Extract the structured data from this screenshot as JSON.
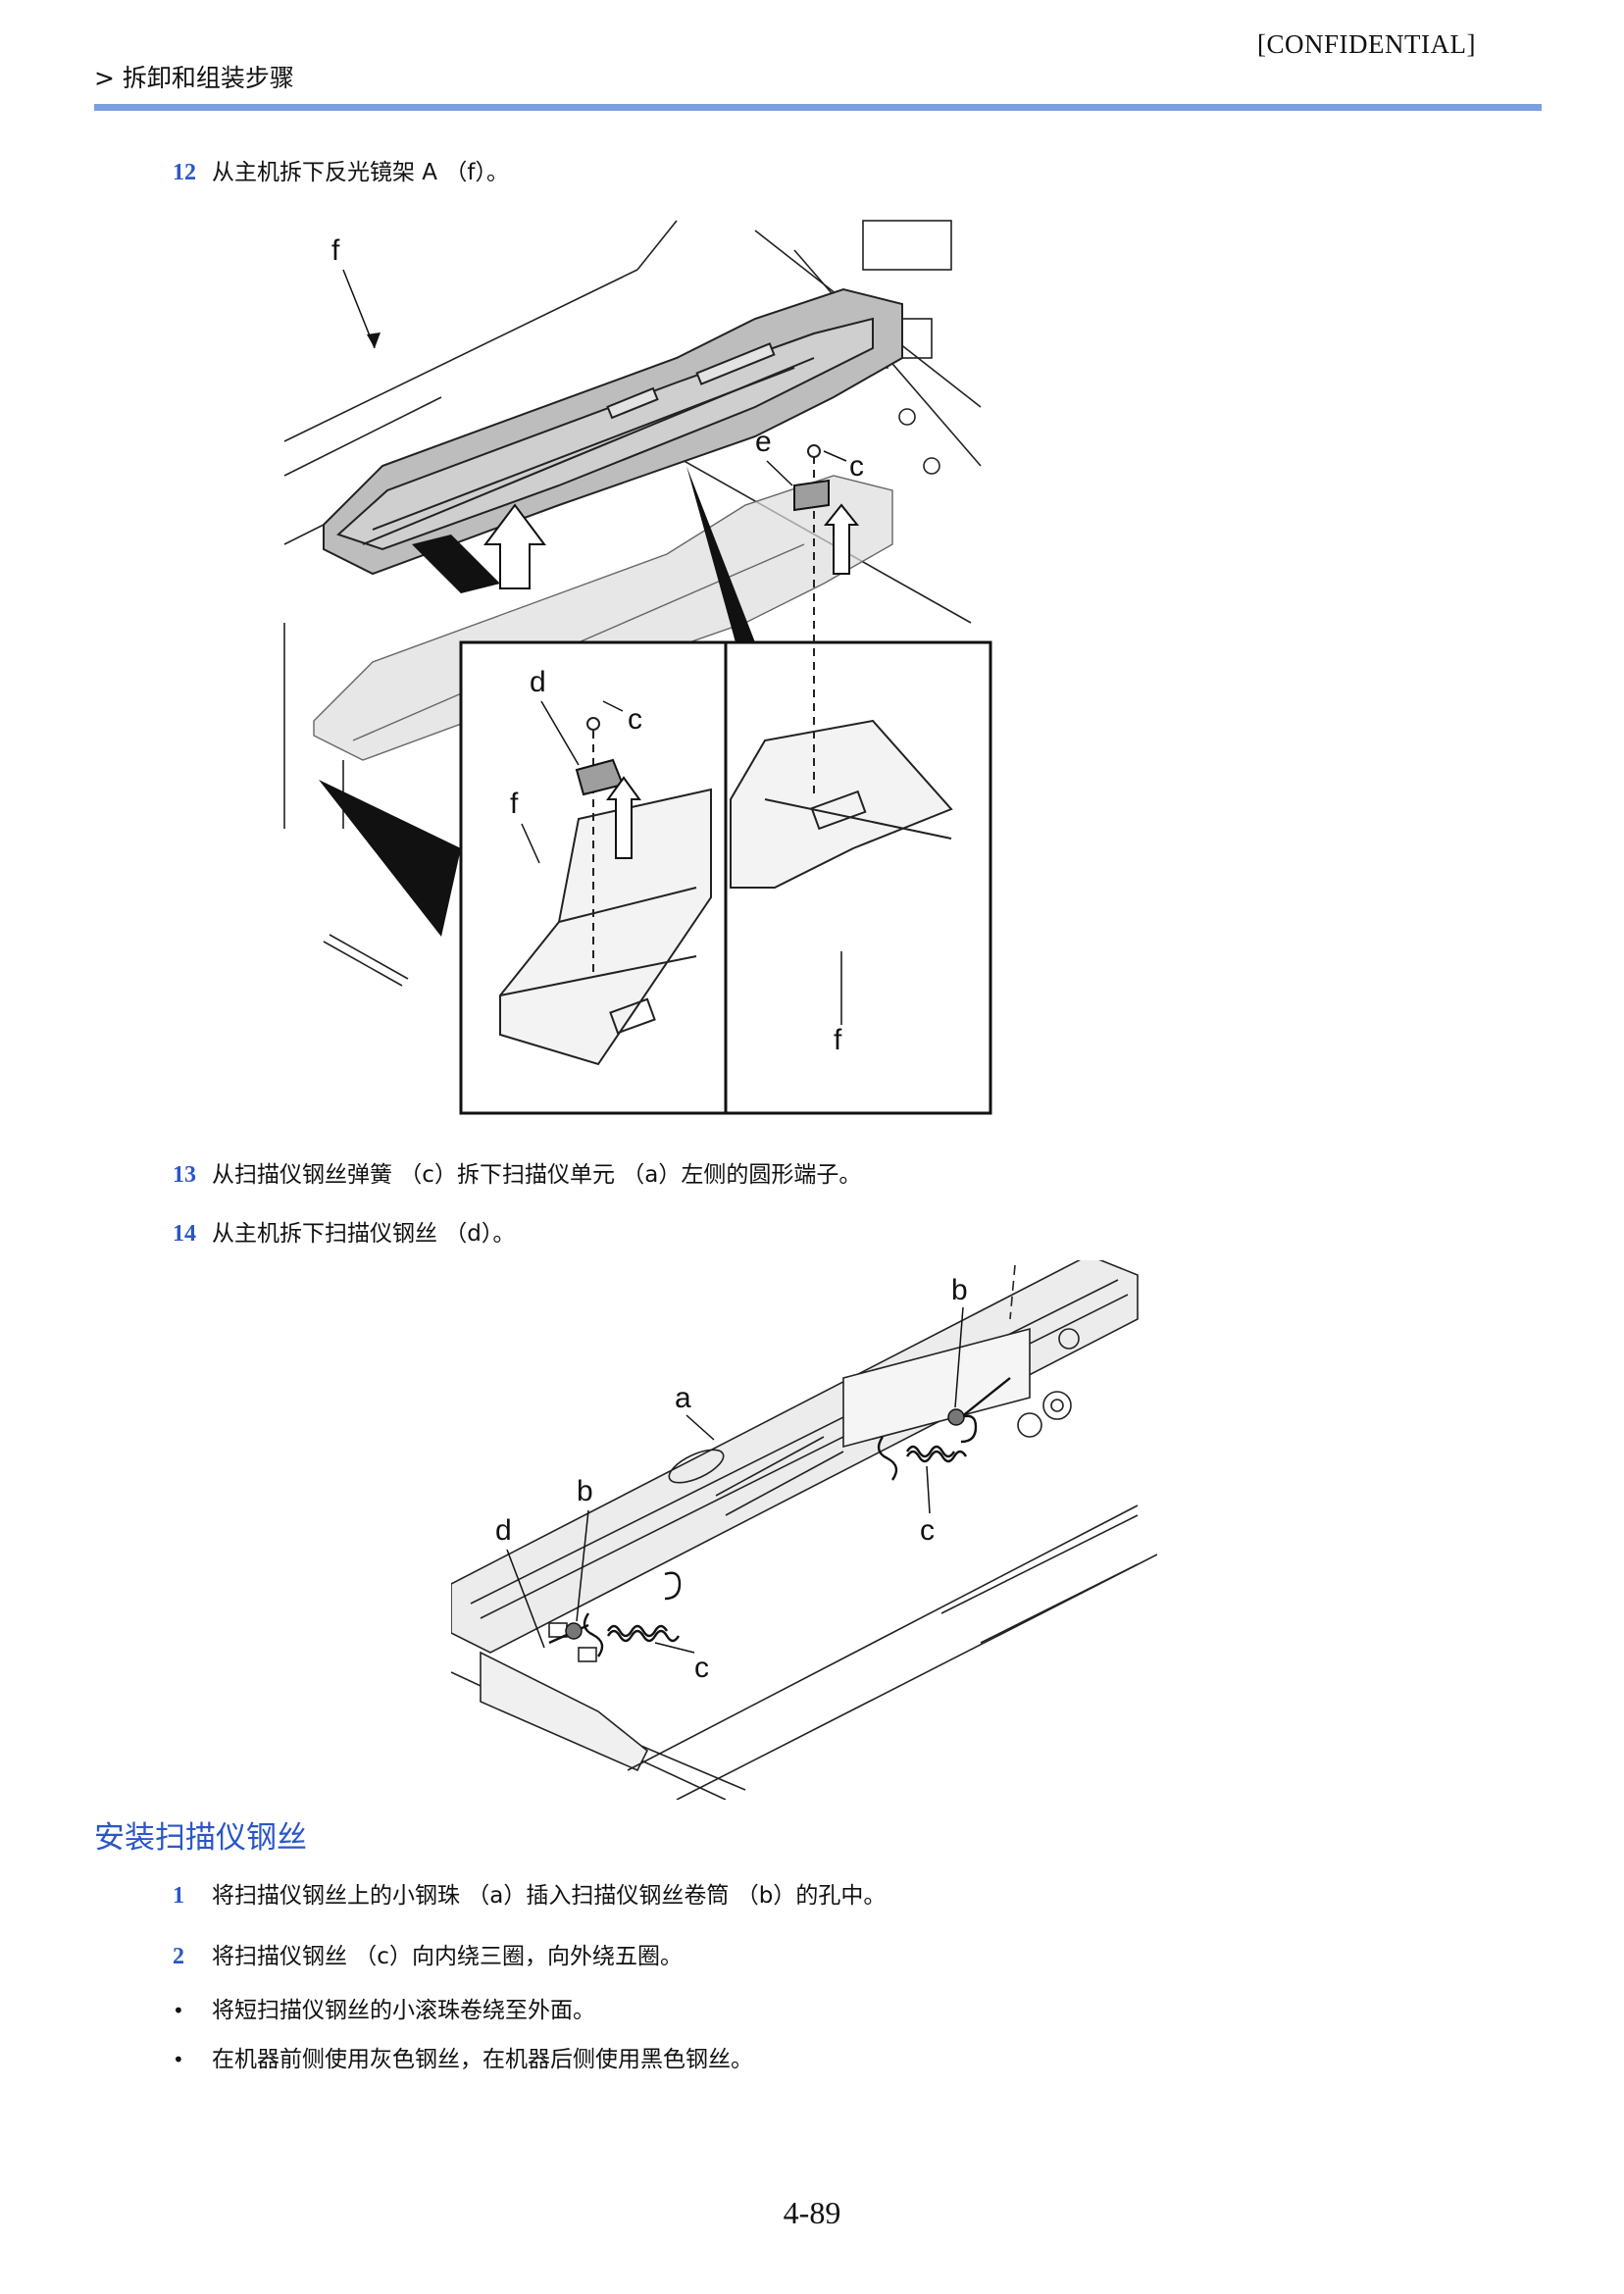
{
  "header": {
    "confidential": "[CONFIDENTIAL]",
    "breadcrumb": "> 拆卸和组装步骤",
    "rule_color": "#7b9fe0"
  },
  "steps_top": [
    {
      "num": "12",
      "text": "从主机拆下反光镜架 A （f）。"
    },
    {
      "num": "13",
      "text": "从扫描仪钢丝弹簧 （c）拆下扫描仪单元 （a）左侧的圆形端子。"
    },
    {
      "num": "14",
      "text": "从主机拆下扫描仪钢丝 （d）。"
    }
  ],
  "figure1": {
    "labels": {
      "f_main": "f",
      "d": "d",
      "c_left": "c",
      "f_left": "f",
      "e": "e",
      "c_right": "c",
      "f_right": "f"
    }
  },
  "figure2": {
    "labels": {
      "b_top": "b",
      "a": "a",
      "b_mid": "b",
      "d": "d",
      "c_right": "c",
      "c_bottom": "c"
    }
  },
  "section": {
    "title": "安装扫描仪钢丝",
    "title_color": "#2a56c6"
  },
  "install_steps": [
    {
      "num": "1",
      "text": "将扫描仪钢丝上的小钢珠 （a）插入扫描仪钢丝卷筒 （b）的孔中。"
    },
    {
      "num": "2",
      "text": "将扫描仪钢丝 （c）向内绕三圈，向外绕五圈。"
    }
  ],
  "bullets": [
    {
      "symbol": "•",
      "text": "将短扫描仪钢丝的小滚珠卷绕至外面。"
    },
    {
      "symbol": "•",
      "text": "在机器前侧使用灰色钢丝，在机器后侧使用黑色钢丝。"
    }
  ],
  "page_number": "4-89"
}
